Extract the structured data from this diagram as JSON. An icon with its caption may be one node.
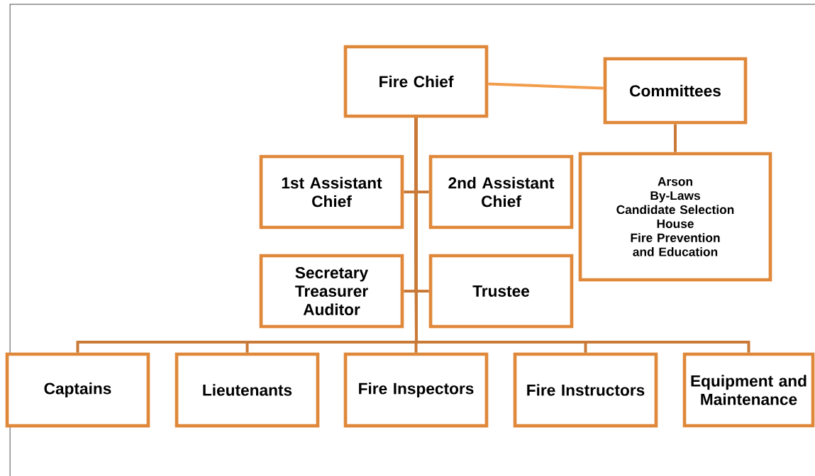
{
  "diagram": {
    "nodes": [
      {
        "text": [
          "Fire Chief"
        ]
      },
      {
        "text": [
          "Committees"
        ]
      },
      {
        "text": [
          "1st Assistant Chief"
        ]
      },
      {
        "text": [
          "2nd Assistant Chief"
        ]
      },
      {
        "text": [
          "Arson",
          "By-Laws",
          "Candidate Selection",
          "House",
          "Fire Prevention and Education"
        ]
      },
      {
        "text": [
          "Secretary",
          "Treasurer",
          "Auditor"
        ]
      },
      {
        "text": [
          "Trustee"
        ]
      },
      {
        "text": [
          "Captains"
        ]
      },
      {
        "text": [
          "Lieutenants"
        ]
      },
      {
        "text": [
          "Fire Inspectors"
        ]
      },
      {
        "text": [
          "Fire Instructors"
        ]
      },
      {
        "text": [
          "Equipment and Maintenance"
        ]
      }
    ],
    "edges": [
      {
        "from": 0,
        "to": 1,
        "arrow": "none",
        "color": "#f29d4c"
      },
      {
        "from": 1,
        "to": 4,
        "arrow": "none"
      },
      {
        "from": 0,
        "to": 2,
        "arrow": "none"
      },
      {
        "from": 0,
        "to": 3,
        "arrow": "none"
      },
      {
        "from": 0,
        "to": 5,
        "arrow": "none"
      },
      {
        "from": 0,
        "to": 6,
        "arrow": "none"
      },
      {
        "from": 0,
        "to": 7,
        "arrow": "none"
      },
      {
        "from": 0,
        "to": 8,
        "arrow": "none"
      },
      {
        "from": 0,
        "to": 9,
        "arrow": "none"
      },
      {
        "from": 0,
        "to": 10,
        "arrow": "none"
      },
      {
        "from": 0,
        "to": 11,
        "arrow": "none"
      }
    ]
  }
}
